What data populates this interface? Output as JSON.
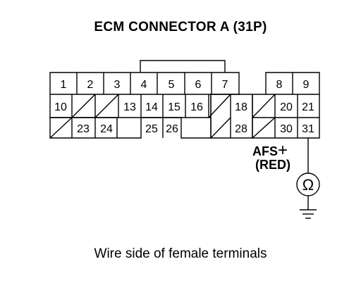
{
  "title": "ECM CONNECTOR A (31P)",
  "caption": "Wire side of female terminals",
  "probe": {
    "label": "AFS",
    "sign": "+",
    "color": "(RED)",
    "meter_symbol": "Ω"
  },
  "connector": {
    "pins": [
      {
        "id": "1",
        "label": "1"
      },
      {
        "id": "2",
        "label": "2"
      },
      {
        "id": "3",
        "label": "3"
      },
      {
        "id": "4",
        "label": "4"
      },
      {
        "id": "5",
        "label": "5"
      },
      {
        "id": "6",
        "label": "6"
      },
      {
        "id": "7",
        "label": "7"
      },
      {
        "id": "8",
        "label": "8"
      },
      {
        "id": "9",
        "label": "9"
      },
      {
        "id": "10",
        "label": "10"
      },
      {
        "id": "13",
        "label": "13"
      },
      {
        "id": "14",
        "label": "14"
      },
      {
        "id": "15",
        "label": "15"
      },
      {
        "id": "16",
        "label": "16"
      },
      {
        "id": "18",
        "label": "18"
      },
      {
        "id": "20",
        "label": "20"
      },
      {
        "id": "21",
        "label": "21"
      },
      {
        "id": "23",
        "label": "23"
      },
      {
        "id": "24",
        "label": "24"
      },
      {
        "id": "25",
        "label": "25"
      },
      {
        "id": "26",
        "label": "26"
      },
      {
        "id": "28",
        "label": "28"
      },
      {
        "id": "30",
        "label": "30"
      },
      {
        "id": "31",
        "label": "31"
      }
    ]
  }
}
